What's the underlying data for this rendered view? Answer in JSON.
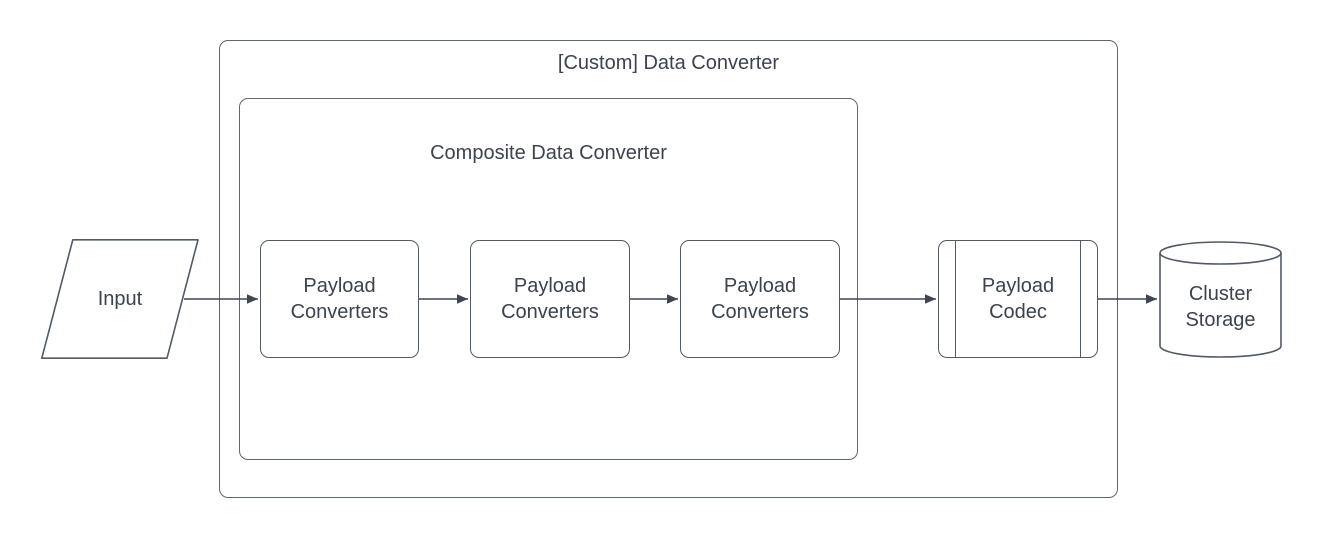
{
  "diagram": {
    "type": "flowchart",
    "colors": {
      "background": "#ffffff",
      "shape_stroke": "#515a66",
      "container_stroke": "#5f6775",
      "text": "#3b4350",
      "arrow": "#3e4654"
    },
    "nodes": {
      "input": {
        "label": "Input",
        "shape": "parallelogram"
      },
      "custom_converter": {
        "label": "[Custom] Data Converter",
        "shape": "container"
      },
      "composite_converter": {
        "label": "Composite Data Converter",
        "shape": "container"
      },
      "payload_converters_1": {
        "label": "Payload Converters",
        "shape": "rounded-rectangle"
      },
      "payload_converters_2": {
        "label": "Payload Converters",
        "shape": "rounded-rectangle"
      },
      "payload_converters_3": {
        "label": "Payload Converters",
        "shape": "rounded-rectangle"
      },
      "payload_codec": {
        "label": "Payload Codec",
        "shape": "predefined-process"
      },
      "cluster_storage": {
        "label": "Cluster Storage",
        "shape": "cylinder"
      }
    },
    "edges": [
      {
        "from": "input",
        "to": "payload_converters_1"
      },
      {
        "from": "payload_converters_1",
        "to": "payload_converters_2"
      },
      {
        "from": "payload_converters_2",
        "to": "payload_converters_3"
      },
      {
        "from": "payload_converters_3",
        "to": "payload_codec"
      },
      {
        "from": "payload_codec",
        "to": "cluster_storage"
      }
    ]
  }
}
